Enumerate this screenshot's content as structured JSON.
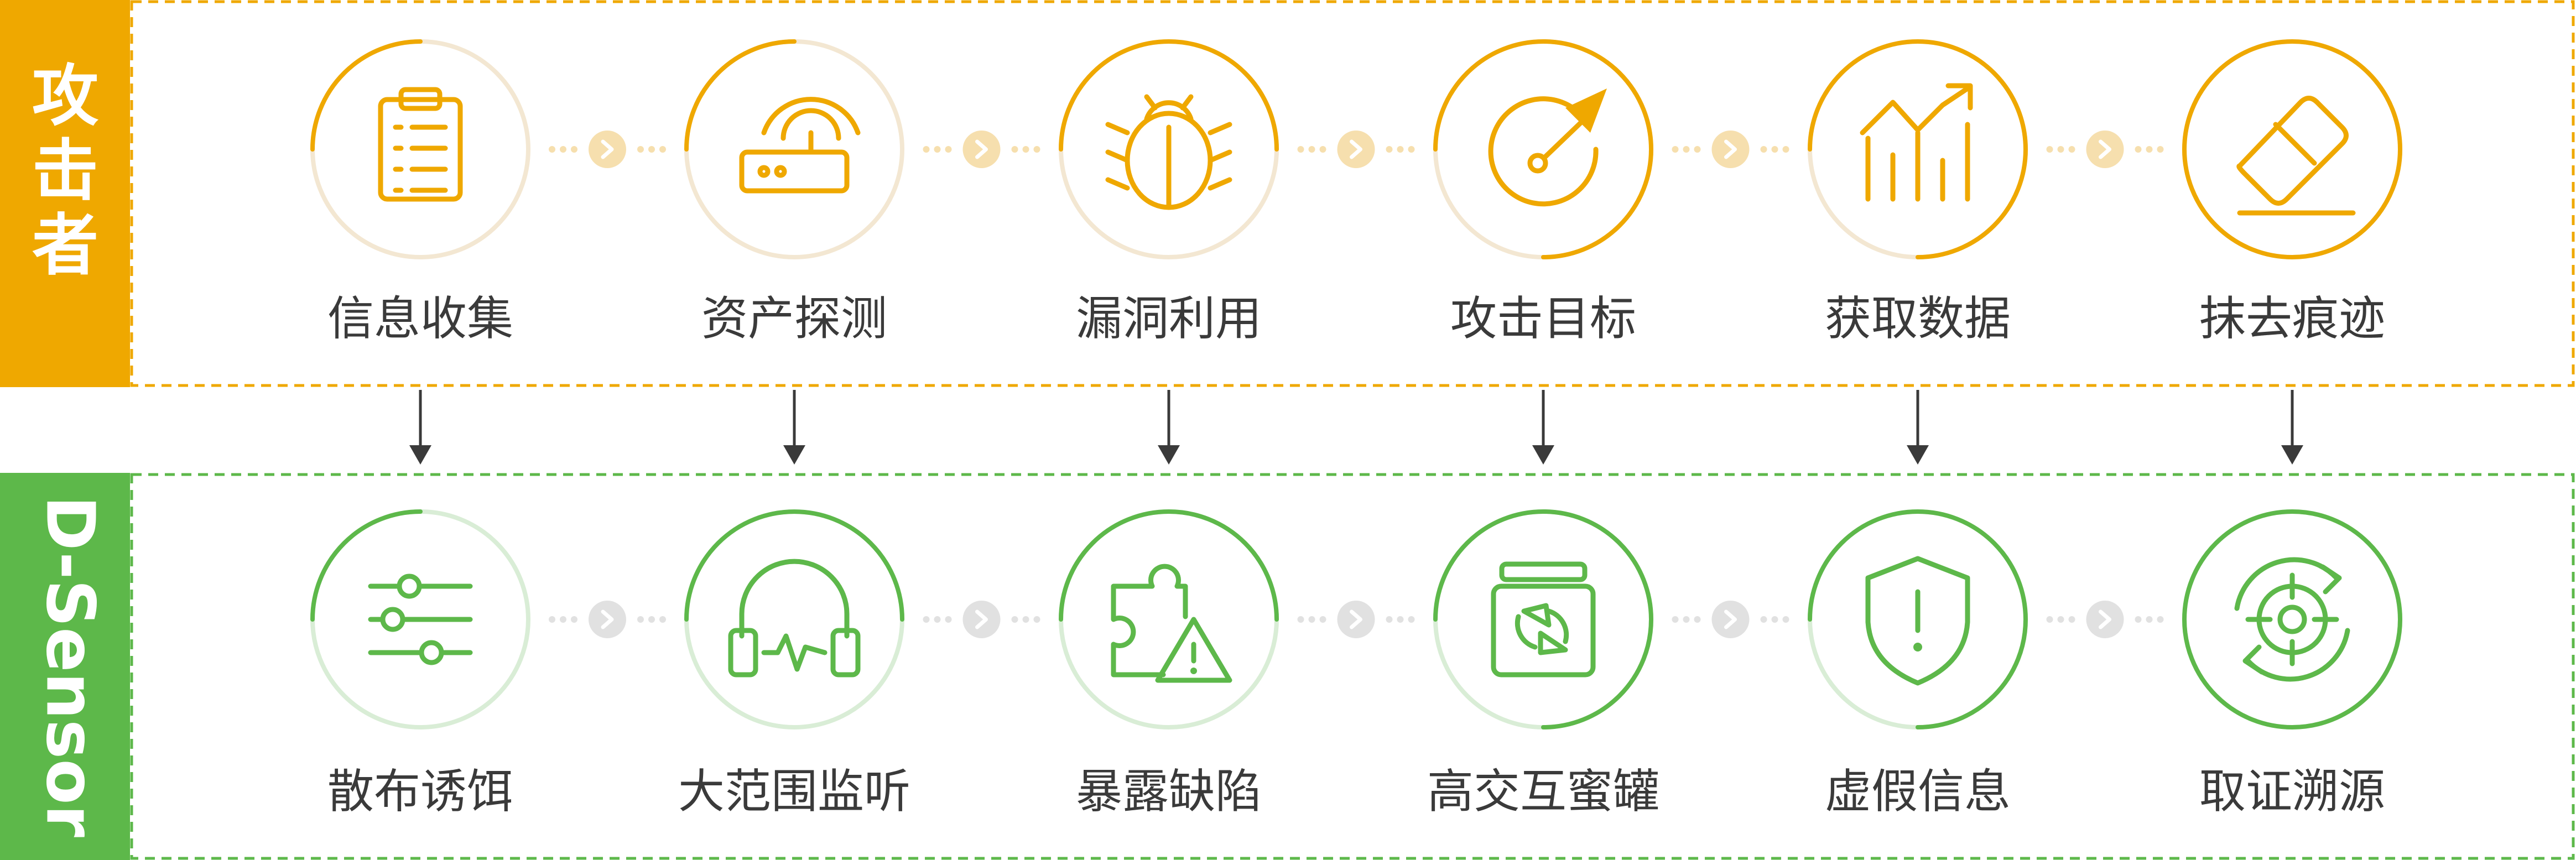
{
  "attacker": {
    "label": "攻击者",
    "color": "#EFA800",
    "steps": [
      {
        "label": "信息收集",
        "icon": "clipboard-list-icon"
      },
      {
        "label": "资产探测",
        "icon": "router-icon"
      },
      {
        "label": "漏洞利用",
        "icon": "bug-icon"
      },
      {
        "label": "攻击目标",
        "icon": "target-arrow-icon"
      },
      {
        "label": "获取数据",
        "icon": "chart-growth-icon"
      },
      {
        "label": "抹去痕迹",
        "icon": "eraser-icon"
      }
    ],
    "progress": [
      0.25,
      0.25,
      0.5,
      0.75,
      0.75,
      1.0
    ]
  },
  "sensor": {
    "label": "D-Sensor",
    "color": "#5DB84A",
    "steps": [
      {
        "label": "散布诱饵",
        "icon": "sliders-icon"
      },
      {
        "label": "大范围监听",
        "icon": "headphones-icon"
      },
      {
        "label": "暴露缺陷",
        "icon": "puzzle-warning-icon"
      },
      {
        "label": "高交互蜜罐",
        "icon": "honeypot-jar-icon"
      },
      {
        "label": "虚假信息",
        "icon": "shield-alert-icon"
      },
      {
        "label": "取证溯源",
        "icon": "target-refresh-icon"
      }
    ],
    "progress": [
      0.25,
      0.5,
      0.5,
      0.75,
      0.75,
      1.0
    ]
  }
}
